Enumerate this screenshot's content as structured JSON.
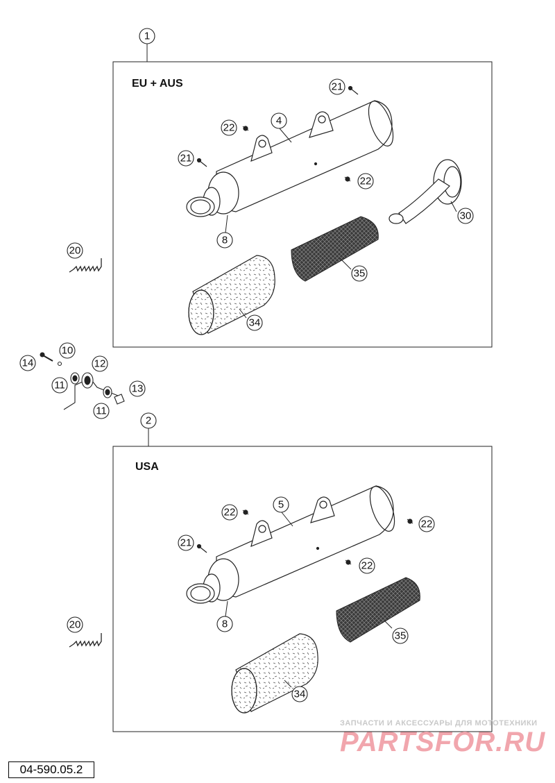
{
  "regions": {
    "top": "EU + AUS",
    "bottom": "USA"
  },
  "callouts": {
    "c1": "1",
    "c2": "2",
    "top_21a": "21",
    "top_21b": "21",
    "top_22a": "22",
    "top_22b": "22",
    "top_4": "4",
    "top_8": "8",
    "top_30": "30",
    "top_35": "35",
    "top_34": "34",
    "left_20": "20",
    "mid_10": "10",
    "mid_14": "14",
    "mid_12": "12",
    "mid_11a": "11",
    "mid_11b": "11",
    "mid_13": "13",
    "bot_22a": "22",
    "bot_22b": "22",
    "bot_22c": "22",
    "bot_5": "5",
    "bot_21": "21",
    "bot_8": "8",
    "bot_20": "20",
    "bot_35": "35",
    "bot_34": "34"
  },
  "watermark": {
    "tagline": "ЗАПЧАСТИ И АКСЕССУАРЫ ДЛЯ МОТОТЕХНИКИ",
    "brand": "PARTSFOR.RU"
  },
  "diagram_code": "04-590.05.2"
}
